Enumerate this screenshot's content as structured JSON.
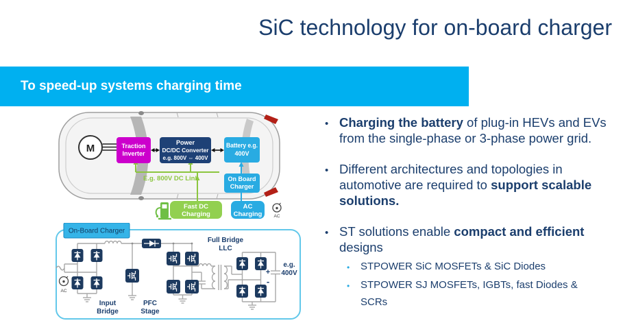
{
  "title": "SiC technology for on-board charger",
  "banner": {
    "text": "To speed-up systems charging time"
  },
  "bullets": [
    {
      "segments": [
        {
          "text": "Charging the battery",
          "bold": true
        },
        {
          "text": " of plug-in HEVs and EVs from the single-phase or 3-phase power grid.",
          "bold": false
        }
      ]
    },
    {
      "segments": [
        {
          "text": "Different architectures and topologies in automotive are required to ",
          "bold": false
        },
        {
          "text": "support scalable solutions.",
          "bold": true
        }
      ]
    },
    {
      "segments": [
        {
          "text": "ST solutions enable ",
          "bold": false
        },
        {
          "text": "compact and efficient",
          "bold": true
        },
        {
          "text": " designs",
          "bold": false
        }
      ]
    }
  ],
  "sub_bullets": [
    "STPOWER SiC MOSFETs & SiC Diodes",
    "STPOWER SJ MOSFETs, IGBTs, fast Diodes & SCRs"
  ],
  "car_diagram": {
    "motor": "M",
    "traction_inverter": {
      "lines": [
        "Traction",
        "Inverter"
      ]
    },
    "dcdc_converter": {
      "lines": [
        "Power",
        "DC/DC Converter",
        "e.g. 800V ⇔ 400V"
      ]
    },
    "battery": {
      "lines": [
        "Battery e.g.",
        "400V"
      ]
    },
    "on_board_charger": {
      "lines": [
        "On Board",
        "Charger"
      ]
    },
    "fast_dc_charging": {
      "lines": [
        "Fast DC",
        "Charging"
      ]
    },
    "ac_charging": {
      "lines": [
        "AC",
        "Charging"
      ]
    },
    "dc_link_label": "E.g. 800V DC Link",
    "ac_socket_label": "AC"
  },
  "circuit_diagram": {
    "tab_label": "On-Board Charger",
    "full_bridge_label": {
      "lines": [
        "Full Bridge",
        "LLC"
      ]
    },
    "input_bridge_label": {
      "lines": [
        "Input",
        "Bridge"
      ]
    },
    "pfc_label": {
      "lines": [
        "PFC",
        "Stage"
      ]
    },
    "output_label": {
      "lines": [
        "e.g.",
        "400V"
      ]
    },
    "plus": "+",
    "minus": "-",
    "ac_socket_label": "AC"
  },
  "colors": {
    "banner_bg": "#00b0f0",
    "text_navy": "#1b3e6d",
    "magenta_box": "#cc00cc",
    "navy_box": "#1e4176",
    "blue_box": "#29abe2",
    "green_box": "#92d050",
    "link_green": "#8cc63f",
    "circuit_border": "#62c8ea",
    "module_navy": "#1d3a5f",
    "wire_gray": "#a8a8a8"
  }
}
